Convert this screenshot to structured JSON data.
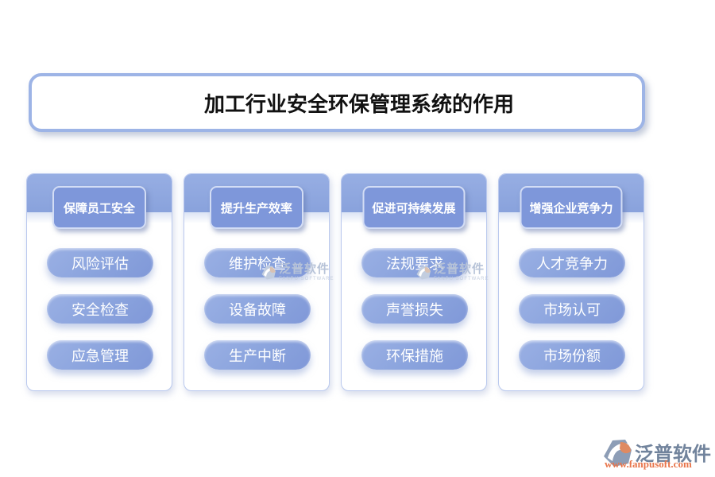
{
  "title_banner": {
    "text": "加工行业安全环保管理系统的作用"
  },
  "columns": [
    {
      "header": "保障员工安全",
      "items": [
        "风险评估",
        "安全检查",
        "应急管理"
      ]
    },
    {
      "header": "提升生产效率",
      "items": [
        "维护检查",
        "设备故障",
        "生产中断"
      ]
    },
    {
      "header": "促进可持续发展",
      "items": [
        "法规要求",
        "声誉损失",
        "环保措施"
      ]
    },
    {
      "header": "增强企业竞争力",
      "items": [
        "人才竞争力",
        "市场认可",
        "市场份额"
      ]
    }
  ],
  "watermark": {
    "brand": "泛普软件",
    "caption": "FANPU SOFTWARE"
  },
  "footer": {
    "brand": "泛普软件",
    "url": "www.fanpusoft.com"
  },
  "colors": {
    "banner_border": "#9db4e6",
    "card_border": "#bac9ee",
    "card_band": "#8ea7e0",
    "header_fill": "#7e97da",
    "pill_fill": "#8ca6de",
    "watermark_text": "#b7c3d8",
    "brand_text": "#71839c",
    "url_text": "#e8744a",
    "logo_grey": "#8d9db6",
    "logo_orange": "#df8a62"
  }
}
